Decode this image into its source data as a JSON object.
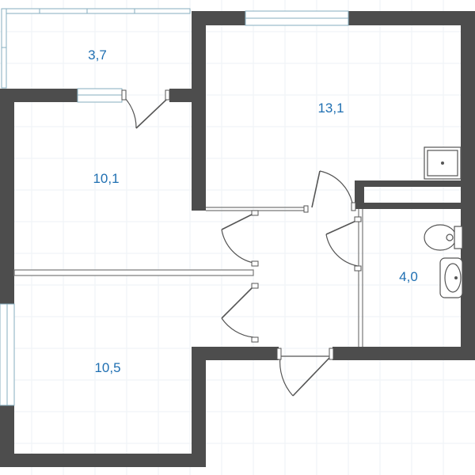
{
  "rooms": [
    {
      "id": "balcony",
      "area": "3,7"
    },
    {
      "id": "big-room",
      "area": "13,1"
    },
    {
      "id": "left-upper-room",
      "area": "10,1"
    },
    {
      "id": "bathroom",
      "area": "4,0"
    },
    {
      "id": "left-lower-room",
      "area": "10,5"
    }
  ],
  "colors": {
    "wall": "#4d4d4d",
    "label": "#1f6fb2",
    "window": "#86aebf"
  }
}
